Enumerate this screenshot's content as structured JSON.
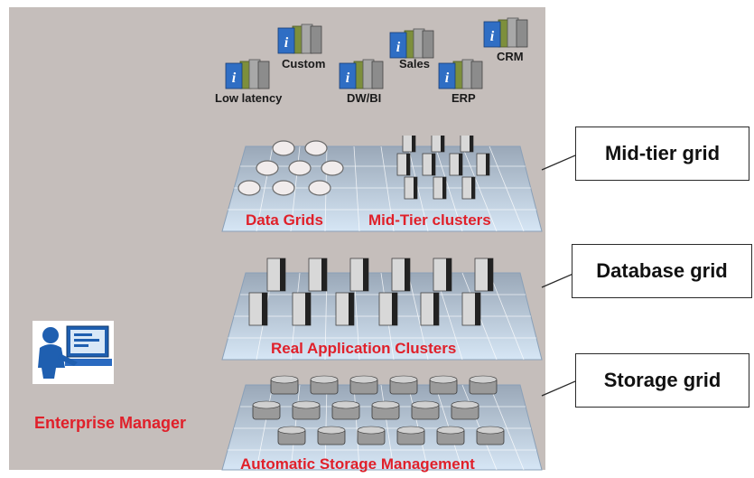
{
  "applications": [
    {
      "name": "Custom"
    },
    {
      "name": "Sales"
    },
    {
      "name": "CRM"
    },
    {
      "name": "Low latency"
    },
    {
      "name": "DW/BI"
    },
    {
      "name": "ERP"
    }
  ],
  "tiers": {
    "mid_tier": {
      "left_label": "Data Grids",
      "right_label": "Mid-Tier clusters"
    },
    "database": {
      "label": "Real Application Clusters"
    },
    "storage": {
      "label": "Automatic Storage Management"
    }
  },
  "callouts": {
    "mid_tier": "Mid-tier grid",
    "database": "Database grid",
    "storage": "Storage grid"
  },
  "enterprise_manager": {
    "label": "Enterprise Manager"
  },
  "colors": {
    "panel": "#c5bebb",
    "label_red": "#e0202a",
    "grid_blue": "#bcd7ee",
    "app_blue": "#2f6ec4"
  }
}
